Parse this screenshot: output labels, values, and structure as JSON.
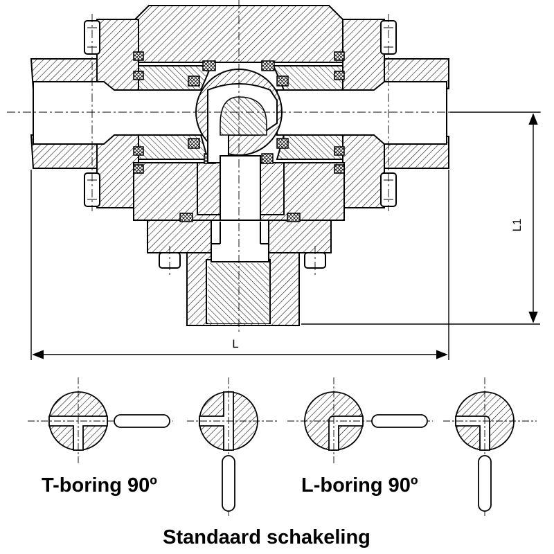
{
  "colors": {
    "ink": "#000000",
    "paper": "#ffffff"
  },
  "drawing": {
    "dimensions": {
      "length_label": "L",
      "height_label": "L1"
    }
  },
  "schematics": {
    "t_boring_label": "T-boring 90º",
    "l_boring_label": "L-boring 90º",
    "caption": "Standaard schakeling"
  }
}
